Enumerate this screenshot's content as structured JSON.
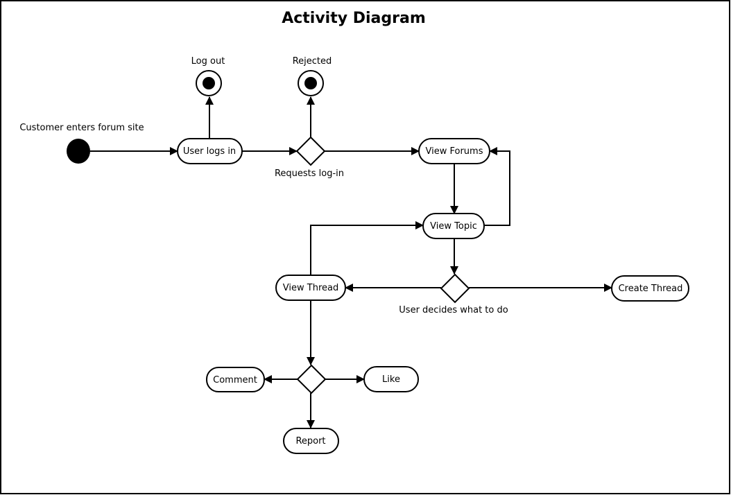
{
  "title": "Activity Diagram",
  "colors": {
    "stroke": "#000000",
    "fill": "#ffffff"
  },
  "nodes": {
    "start": {
      "type": "initial",
      "label": "Customer enters forum site"
    },
    "logout": {
      "type": "final",
      "label": "Log out"
    },
    "rejected": {
      "type": "final",
      "label": "Rejected"
    },
    "user_logs_in": {
      "type": "activity",
      "label": "User logs in"
    },
    "requests_login": {
      "type": "decision",
      "label": "Requests log-in"
    },
    "view_forums": {
      "type": "activity",
      "label": "View Forums"
    },
    "view_topic": {
      "type": "activity",
      "label": "View Topic"
    },
    "user_decides": {
      "type": "decision",
      "label": "User decides what to do"
    },
    "view_thread": {
      "type": "activity",
      "label": "View Thread"
    },
    "create_thread": {
      "type": "activity",
      "label": "Create Thread"
    },
    "thread_action": {
      "type": "decision",
      "label": ""
    },
    "comment": {
      "type": "activity",
      "label": "Comment"
    },
    "like": {
      "type": "activity",
      "label": "Like"
    },
    "report": {
      "type": "activity",
      "label": "Report"
    }
  },
  "edges": [
    {
      "from": "start",
      "to": "user_logs_in"
    },
    {
      "from": "user_logs_in",
      "to": "logout"
    },
    {
      "from": "user_logs_in",
      "to": "requests_login"
    },
    {
      "from": "requests_login",
      "to": "rejected"
    },
    {
      "from": "requests_login",
      "to": "view_forums"
    },
    {
      "from": "view_forums",
      "to": "view_topic"
    },
    {
      "from": "view_topic",
      "to": "view_forums"
    },
    {
      "from": "view_topic",
      "to": "user_decides"
    },
    {
      "from": "user_decides",
      "to": "view_thread"
    },
    {
      "from": "user_decides",
      "to": "create_thread"
    },
    {
      "from": "view_thread",
      "to": "view_topic"
    },
    {
      "from": "view_thread",
      "to": "thread_action"
    },
    {
      "from": "thread_action",
      "to": "comment"
    },
    {
      "from": "thread_action",
      "to": "like"
    },
    {
      "from": "thread_action",
      "to": "report"
    }
  ]
}
